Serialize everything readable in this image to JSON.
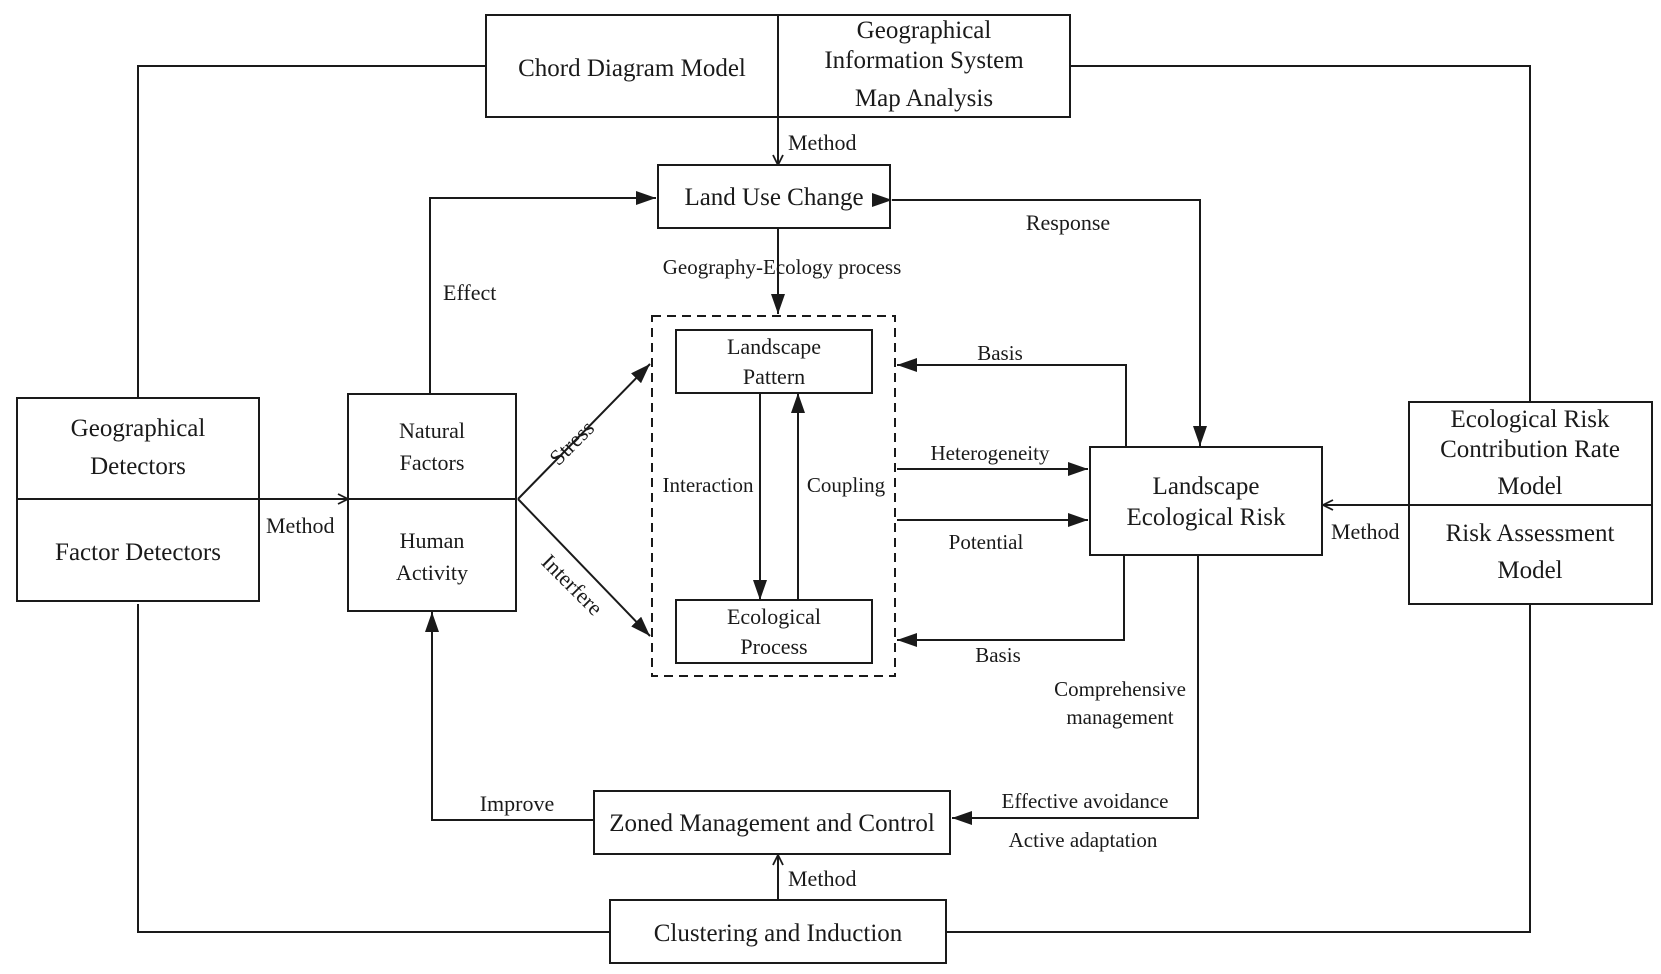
{
  "boxes": {
    "chord_diagram_model": "Chord Diagram Model",
    "gis_line1": "Geographical",
    "gis_line2": "Information System",
    "gis_line3": "Map Analysis",
    "land_use_change": "Land Use Change",
    "landscape_pattern_line1": "Landscape",
    "landscape_pattern_line2": "Pattern",
    "ecological_process_line1": "Ecological",
    "ecological_process_line2": "Process",
    "geo_detectors_line1": "Geographical",
    "geo_detectors_line2": "Detectors",
    "factor_detectors": "Factor Detectors",
    "natural_factors_line1": "Natural",
    "natural_factors_line2": "Factors",
    "human_activity_line1": "Human",
    "human_activity_line2": "Activity",
    "ler_line1": "Landscape",
    "ler_line2": "Ecological Risk",
    "ercr_line1": "Ecological Risk",
    "ercr_line2": "Contribution Rate",
    "ercr_line3": "Model",
    "risk_line1": "Risk Assessment",
    "risk_line2": "Model",
    "zoned_management": "Zoned Management and Control",
    "clustering": "Clustering and Induction"
  },
  "labels": {
    "method_top": "Method",
    "method_left": "Method",
    "method_right": "Method",
    "method_bottom": "Method",
    "response": "Response",
    "geo_eco_process": "Geography-Ecology process",
    "effect": "Effect",
    "stress": "Stress",
    "interfere": "Interfere",
    "interaction": "Interaction",
    "coupling": "Coupling",
    "basis_top": "Basis",
    "basis_bottom": "Basis",
    "heterogeneity": "Heterogeneity",
    "potential": "Potential",
    "comprehensive_line1": "Comprehensive",
    "comprehensive_line2": "management",
    "effective_avoidance": "Effective avoidance",
    "active_adaptation": "Active adaptation",
    "improve": "Improve"
  }
}
